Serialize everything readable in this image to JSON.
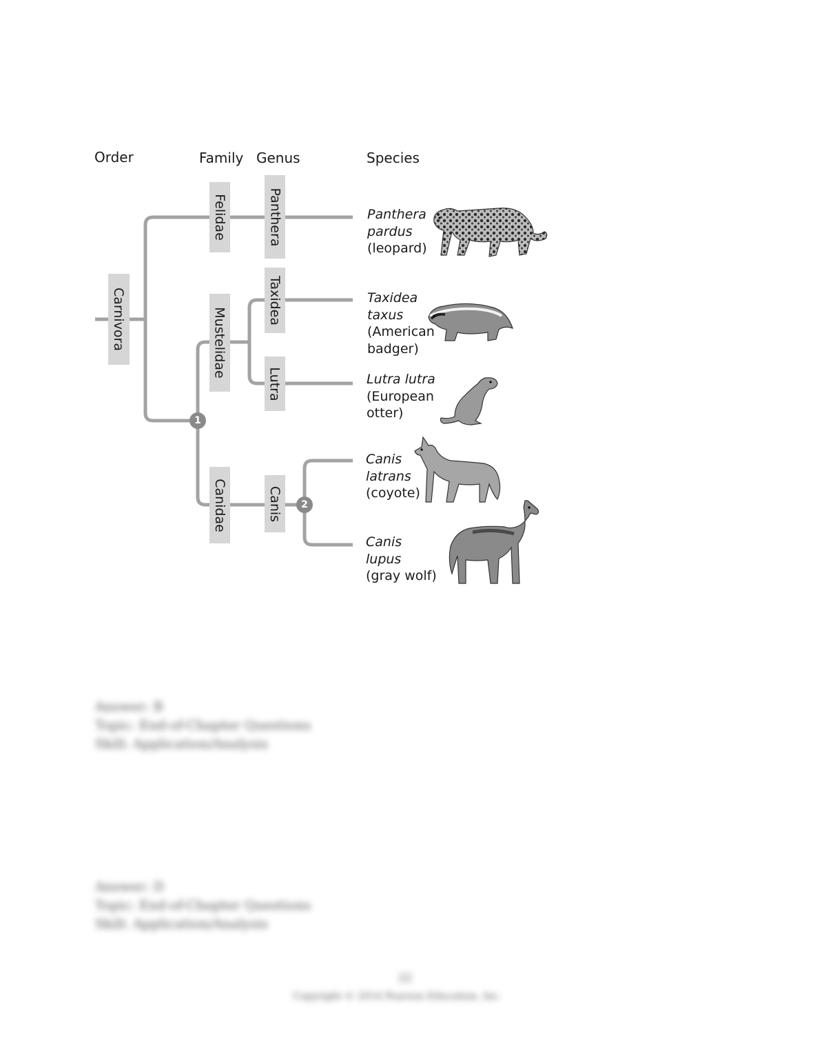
{
  "headers": {
    "order": "Order",
    "family": "Family",
    "genus": "Genus",
    "species": "Species"
  },
  "taxa": {
    "order": "Carnivora",
    "families": [
      "Felidae",
      "Mustelidae",
      "Canidae"
    ],
    "genera": [
      "Panthera",
      "Taxidea",
      "Lutra",
      "Canis"
    ]
  },
  "nodes": [
    "1",
    "2"
  ],
  "species": {
    "leopard": {
      "sci1": "Panthera",
      "sci2": "pardus",
      "common1": "(leopard)",
      "icon": "leopard-icon"
    },
    "badger": {
      "sci1": "Taxidea",
      "sci2": "taxus",
      "common1": "(American",
      "common2": "badger)",
      "icon": "badger-icon"
    },
    "otter": {
      "sci1": "Lutra lutra",
      "common1": "(European",
      "common2": "otter)",
      "icon": "otter-icon"
    },
    "coyote": {
      "sci1": "Canis",
      "sci2": "latrans",
      "common1": "(coyote)",
      "icon": "coyote-icon"
    },
    "wolf": {
      "sci1": "Canis",
      "sci2": "lupus",
      "common1": "(gray wolf)",
      "icon": "wolf-icon"
    }
  },
  "blurred": {
    "block1": [
      "Answer: B",
      "Topic: End-of-Chapter Questions",
      "Skill: Application/Analysis"
    ],
    "block2": [
      "Answer: D",
      "Topic: End-of-Chapter Questions",
      "Skill: Application/Analysis"
    ],
    "page_number": "22",
    "copyright": "Copyright © 2014 Pearson Education, Inc."
  },
  "colors": {
    "line": "#a3a3a3",
    "box": "#d6d6d6",
    "node": "#8a8a8a"
  }
}
